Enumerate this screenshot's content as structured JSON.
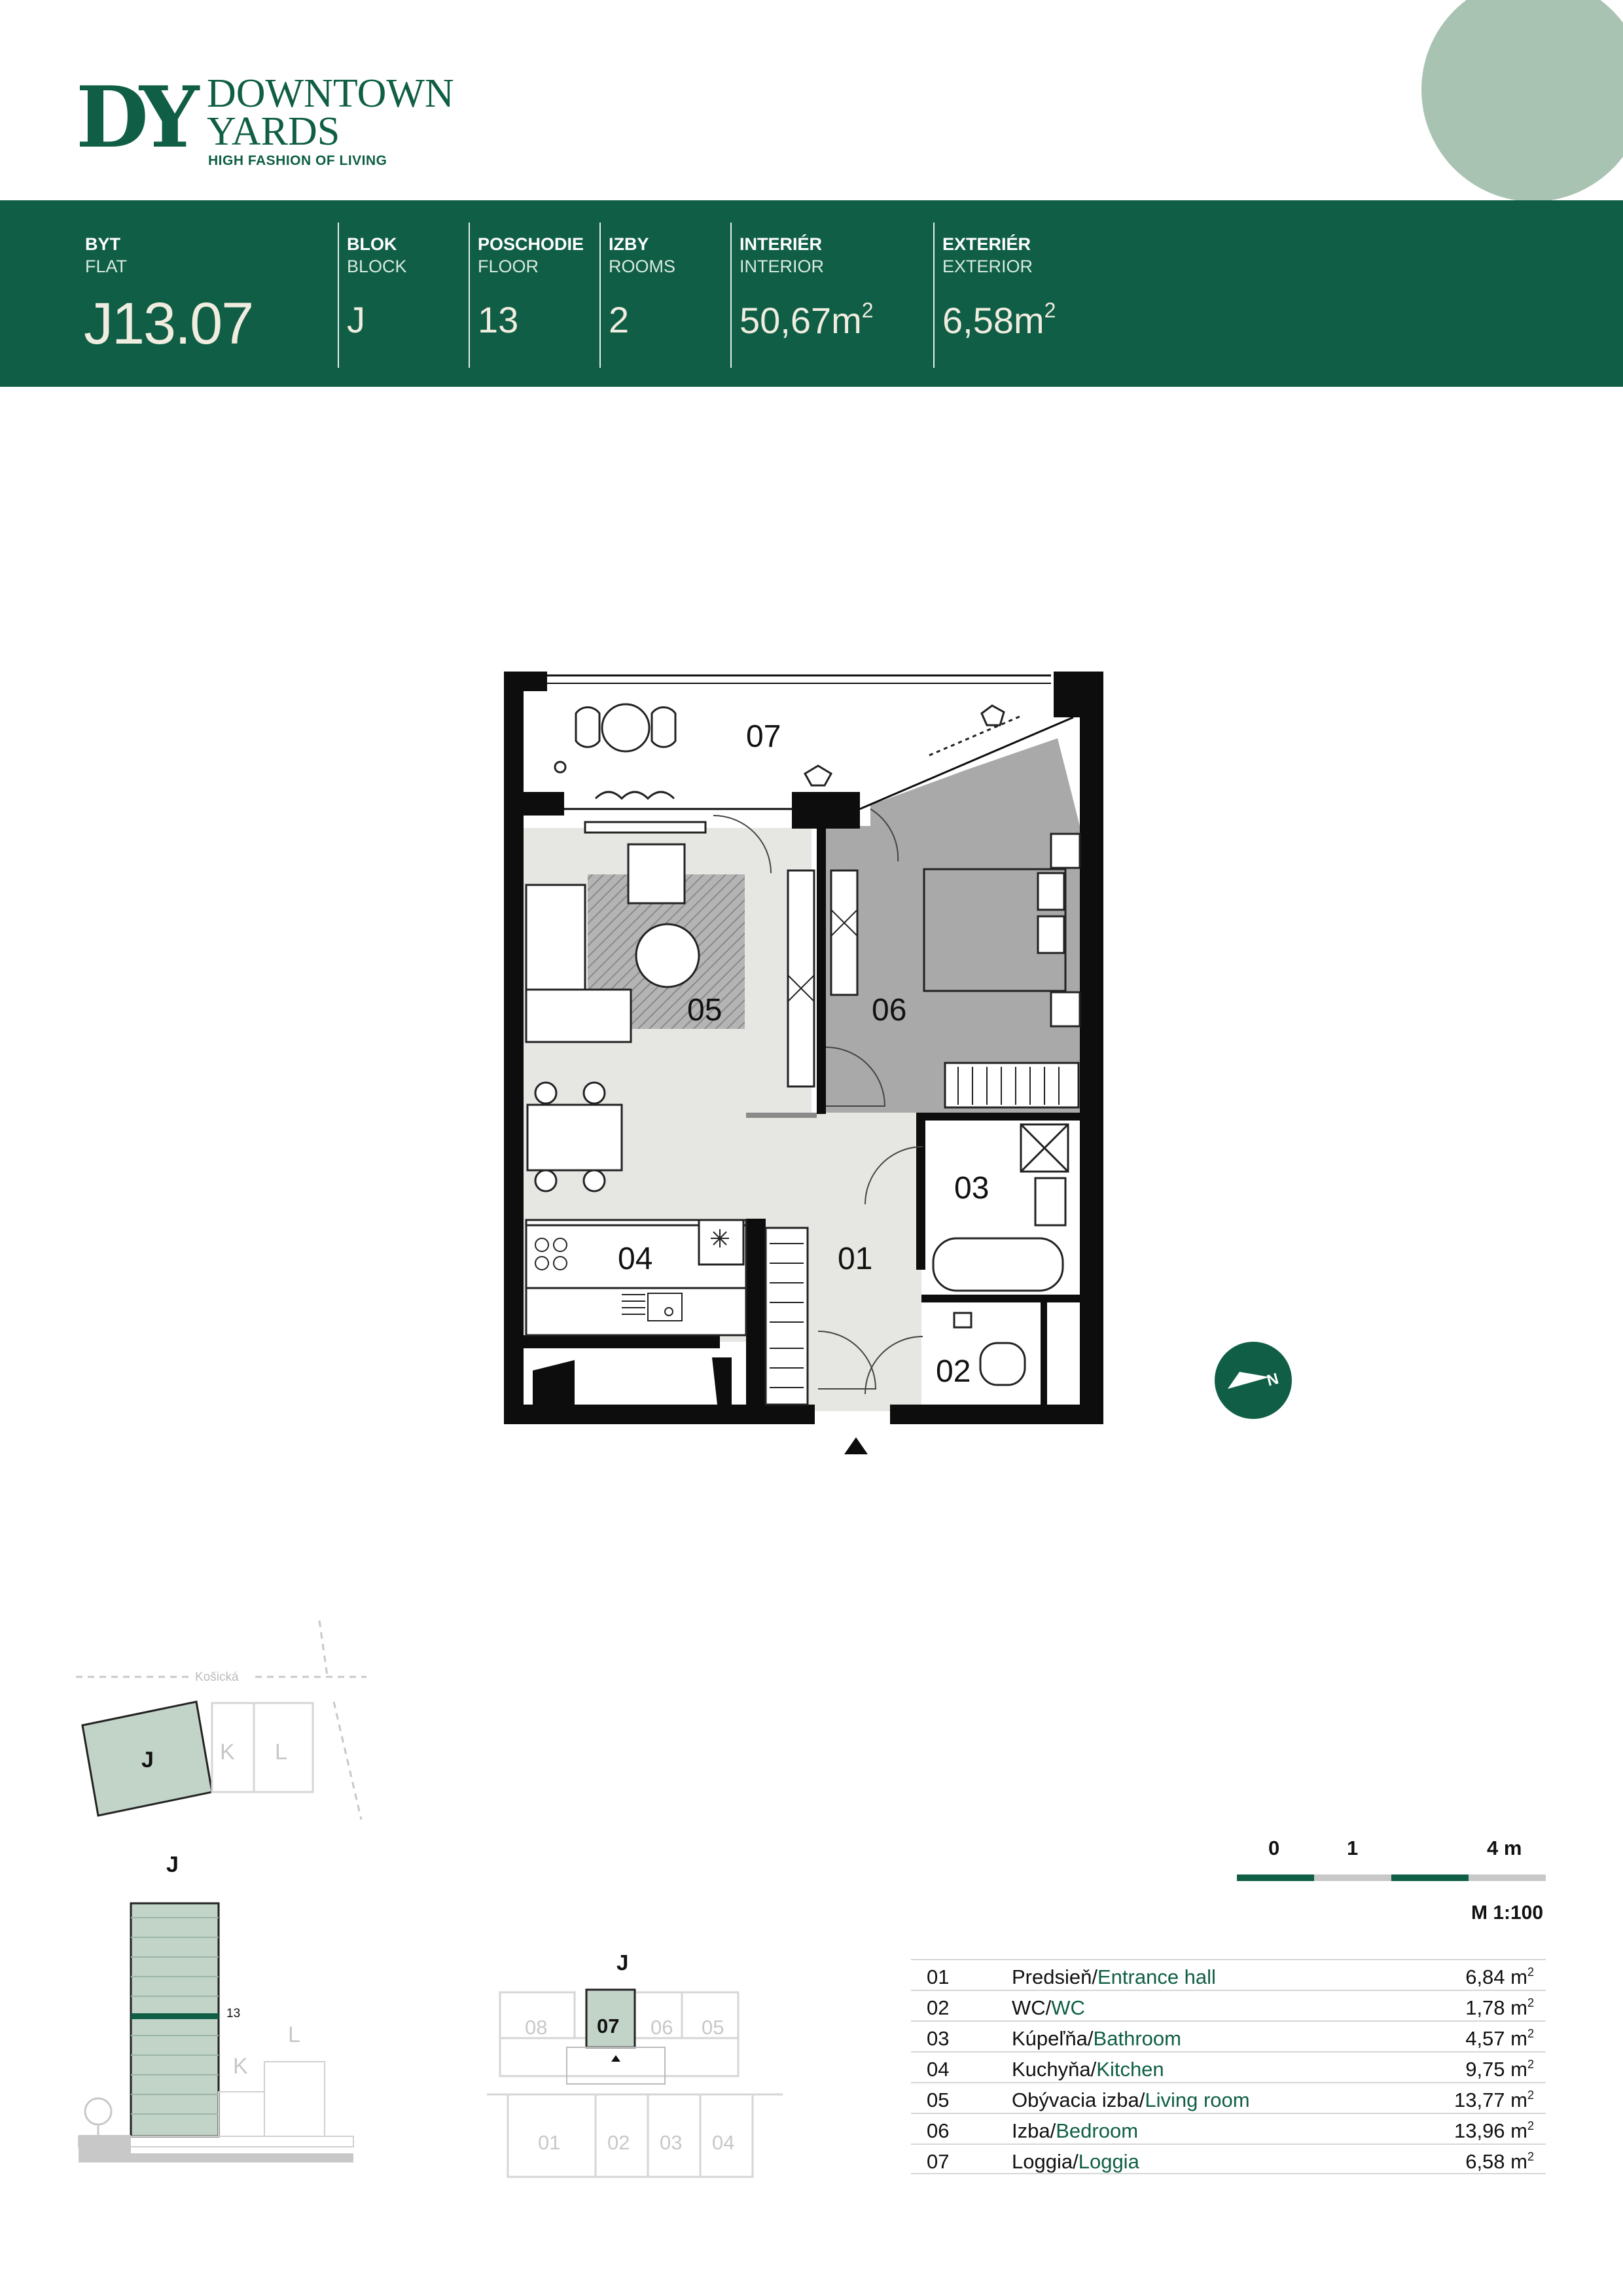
{
  "header": {
    "logo_mark": "DY",
    "logo_name": "DOWNTOWN\nYARDS",
    "tagline": "HIGH FASHION OF LIVING"
  },
  "info_band": {
    "flat": {
      "label_sk": "BYT",
      "label_en": "FLAT",
      "value": "J13.07"
    },
    "block": {
      "label_sk": "BLOK",
      "label_en": "BLOCK",
      "value": "J"
    },
    "floor": {
      "label_sk": "POSCHODIE",
      "label_en": "FLOOR",
      "value": "13"
    },
    "rooms": {
      "label_sk": "IZBY",
      "label_en": "ROOMS",
      "value": "2"
    },
    "interior": {
      "label_sk": "INTERIÉR",
      "label_en": "INTERIOR",
      "value": "50,67m",
      "unit_sup": "2"
    },
    "exterior": {
      "label_sk": "EXTERIÉR",
      "label_en": "EXTERIOR",
      "value": "6,58m",
      "unit_sup": "2"
    }
  },
  "floor_plan": {
    "room_labels": [
      "07",
      "05",
      "06",
      "03",
      "04",
      "01",
      "02"
    ],
    "compass_label": "N",
    "entrance_marker": "▲"
  },
  "site_map": {
    "street": "Košická",
    "blocks": [
      "J",
      "K",
      "L"
    ],
    "active_block": "J"
  },
  "elevation": {
    "block_label": "J",
    "floor_marker": "13",
    "other_blocks": [
      "K",
      "L"
    ]
  },
  "key_plan": {
    "block_label": "J",
    "top_units": [
      "08",
      "07",
      "06",
      "05"
    ],
    "bottom_units": [
      "01",
      "02",
      "03",
      "04"
    ],
    "active_unit": "07"
  },
  "scale": {
    "ticks": [
      "0",
      "1",
      "4 m"
    ],
    "ratio": "M 1:100"
  },
  "room_table": [
    {
      "num": "01",
      "name_sk": "Predsieň",
      "name_en": "Entrance hall",
      "area": "6,84 m",
      "sup": "2"
    },
    {
      "num": "02",
      "name_sk": "WC",
      "name_en": "WC",
      "area": "1,78 m",
      "sup": "2"
    },
    {
      "num": "03",
      "name_sk": "Kúpeľňa",
      "name_en": "Bathroom",
      "area": "4,57 m",
      "sup": "2"
    },
    {
      "num": "04",
      "name_sk": "Kuchyňa",
      "name_en": "Kitchen",
      "area": "9,75 m",
      "sup": "2"
    },
    {
      "num": "05",
      "name_sk": "Obývacia izba",
      "name_en": "Living room",
      "area": "13,77 m",
      "sup": "2"
    },
    {
      "num": "06",
      "name_sk": "Izba",
      "name_en": "Bedroom",
      "area": "13,96 m",
      "sup": "2"
    },
    {
      "num": "07",
      "name_sk": "Loggia",
      "name_en": "Loggia",
      "area": "6,58 m",
      "sup": "2"
    }
  ],
  "colors": {
    "brand_green": "#0f5e45",
    "accent_circle": "#a9c3b3",
    "floor_grey": "#a8a8a8",
    "floor_light": "#e8e8e5",
    "wall": "#0d0d0d"
  }
}
